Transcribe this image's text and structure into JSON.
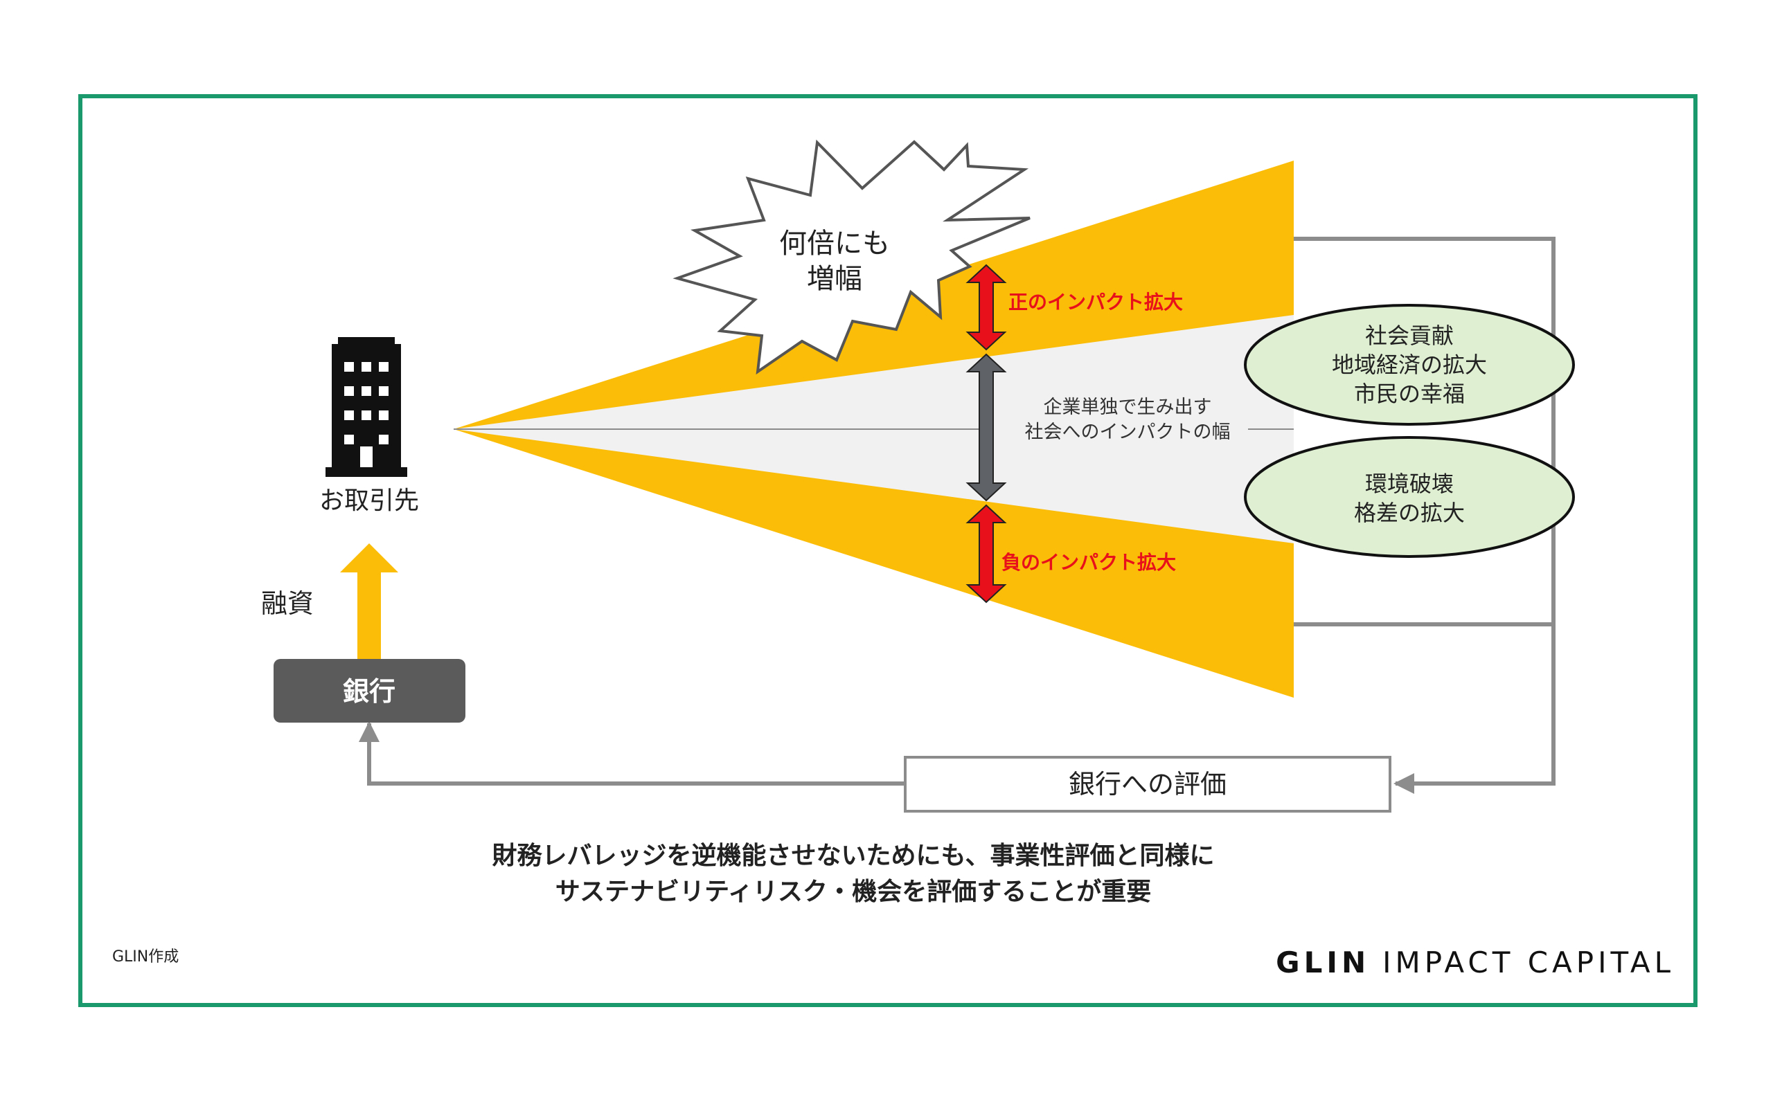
{
  "burst_text": [
    "何倍にも",
    "増幅"
  ],
  "positive_label": "正のインパクト拡大",
  "negative_label": "負のインパクト拡大",
  "center_text": [
    "企業単独で生み出す",
    "社会へのインパクトの幅"
  ],
  "client_label": "お取引先",
  "financing_label": "融資",
  "bank_label": "銀行",
  "ellipse_positive": [
    "社会貢献",
    "地域経済の拡大",
    "市民の幸福"
  ],
  "ellipse_negative": [
    "環境破壊",
    "格差の拡大"
  ],
  "evaluation_label": "銀行への評価",
  "conclusion": [
    "財務レバレッジを逆機能させないためにも、事業性評価と同様に",
    "サステナビリティリスク・機会を評価することが重要"
  ],
  "source_note": "GLIN作成",
  "brand": {
    "bold": "GLIN",
    "rest": "IMPACT CAPITAL"
  },
  "colors": {
    "frame": "#1a9a6c",
    "yellow": "#fbbd08",
    "red": "#e8101a",
    "gray_arrow": "#5f6266",
    "bank_box": "#5b5b5b",
    "ellipse_fill": "#dff0d2",
    "connector": "#8c8c8c",
    "wedge_gray": "#f1f1f1"
  },
  "icons": [
    "building-icon"
  ]
}
